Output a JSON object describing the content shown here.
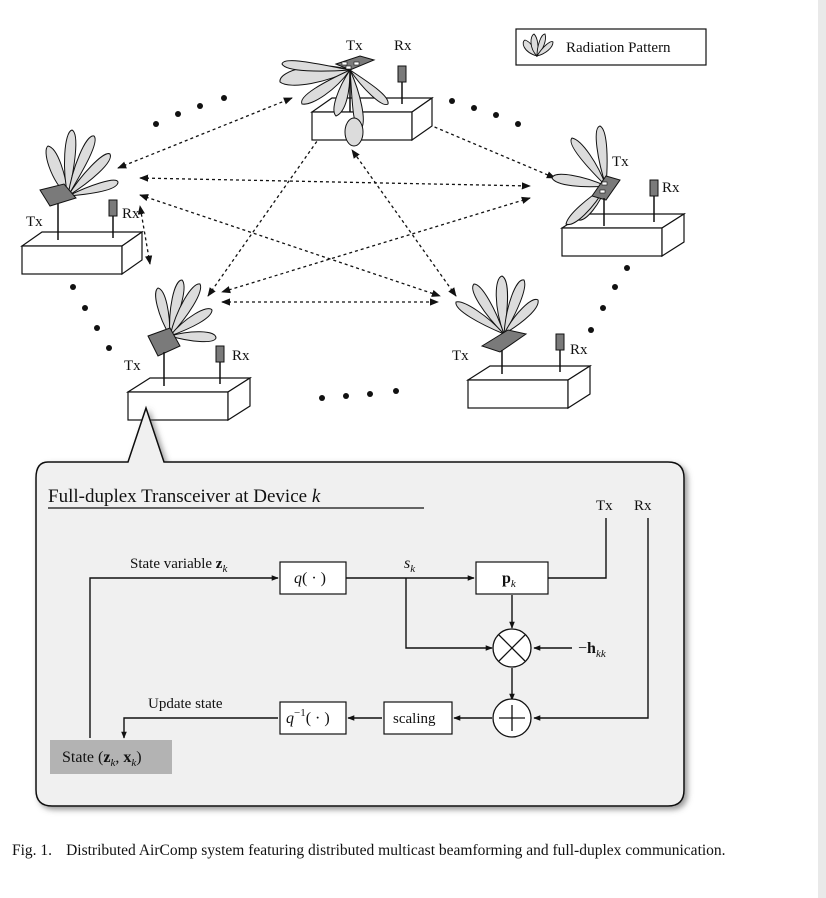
{
  "diagram": {
    "legend": {
      "label": "Radiation Pattern"
    },
    "devices": [
      {
        "tx": "Tx",
        "rx": "Rx"
      },
      {
        "tx": "Tx",
        "rx": "Rx"
      },
      {
        "tx": "Tx",
        "rx": "Rx"
      },
      {
        "tx": "Tx",
        "rx": "Rx"
      },
      {
        "tx": "Tx",
        "rx": "Rx"
      }
    ],
    "transceiver": {
      "title": "Full-duplex Transceiver at Device ",
      "title_var": "k",
      "tx": "Tx",
      "rx": "Rx",
      "state_variable": "State variable ",
      "z": "z",
      "sub_k": "k",
      "q": "q",
      "q_arg": "( · )",
      "s": "s",
      "p": "p",
      "minus": "−",
      "h": "h",
      "sub_kk": "kk",
      "multiply": "⊗",
      "add": "+",
      "scaling": "scaling",
      "q_inverse_exp": "−1",
      "update_state": "Update state",
      "state_prefix": "State (",
      "state_sep": ", ",
      "x": "x",
      "state_suffix": ")"
    }
  },
  "caption": {
    "number": "Fig. 1.",
    "text": "Distributed AirComp system featuring distributed multicast beamforming and full-duplex communication."
  },
  "colors": {
    "box_fill": "#f0f0f0",
    "state_fill": "#b3b3b3",
    "lobe_fill": "#dcdcdc",
    "antenna_fill": "#7a7a7a"
  }
}
